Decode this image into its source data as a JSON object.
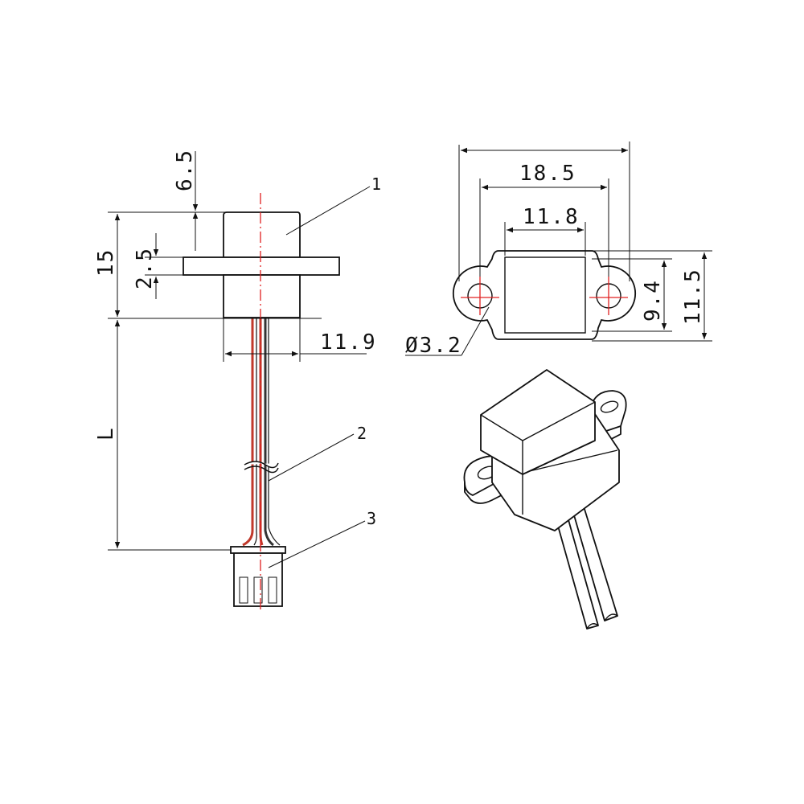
{
  "dimensions": {
    "top_height": "6.5",
    "total_height": "15",
    "flange_thickness": "2.5",
    "body_width": "11.9",
    "cable_length": "L",
    "overall_width": "18.5",
    "inner_width": "11.8",
    "hole_diameter": "Ø3.2",
    "inner_height": "9.4",
    "outer_height": "11.5"
  },
  "callouts": [
    "1",
    "2",
    "3"
  ],
  "colors": {
    "centerline": "#e02020",
    "wire_red": "#c0392b",
    "wire_dark": "#333333"
  }
}
